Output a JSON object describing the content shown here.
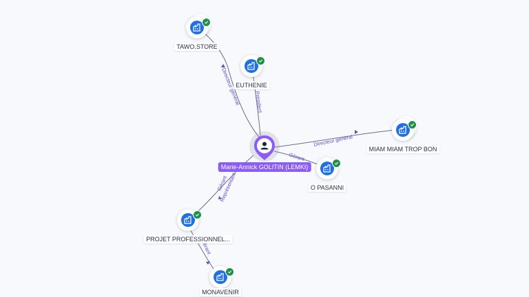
{
  "person": {
    "name": "Marie-Annick GOLITIN (LEMKI)",
    "icon": "person-icon",
    "color": "#8b5cf6"
  },
  "companies": [
    {
      "key": "tawo",
      "name": "TAWO.STORE",
      "icon": "building-icon",
      "verified": true
    },
    {
      "key": "euthenie",
      "name": "EUTHENIE",
      "icon": "building-icon",
      "verified": true
    },
    {
      "key": "miam",
      "name": "MIAM MIAM TROP BON",
      "icon": "building-icon",
      "verified": true
    },
    {
      "key": "opasanni",
      "name": "O PASANNI",
      "icon": "building-icon",
      "verified": true
    },
    {
      "key": "projet",
      "name": "PROJET PROFESSIONNEL...",
      "icon": "building-icon",
      "verified": true
    },
    {
      "key": "monavenir",
      "name": "MONAVENIR",
      "icon": "building-icon",
      "verified": true
    }
  ],
  "relations": [
    {
      "to": "tawo",
      "label": "Directeur général"
    },
    {
      "to": "euthenie",
      "label": "Président"
    },
    {
      "to": "miam",
      "label": "Directeur général"
    },
    {
      "to": "opasanni",
      "label": "Gérant"
    },
    {
      "to": "projet",
      "label": "Gérant"
    },
    {
      "to": "projet",
      "label": "Représentant"
    },
    {
      "from": "projet",
      "to": "monavenir",
      "label": "Gérant"
    }
  ],
  "colors": {
    "accent": "#8b5cf6",
    "company_icon": "#1f6fe5",
    "verified": "#1f8f4a",
    "edge": "#6b6f86",
    "edge_label": "#5a4fcf",
    "background": "#f8f9fd"
  }
}
